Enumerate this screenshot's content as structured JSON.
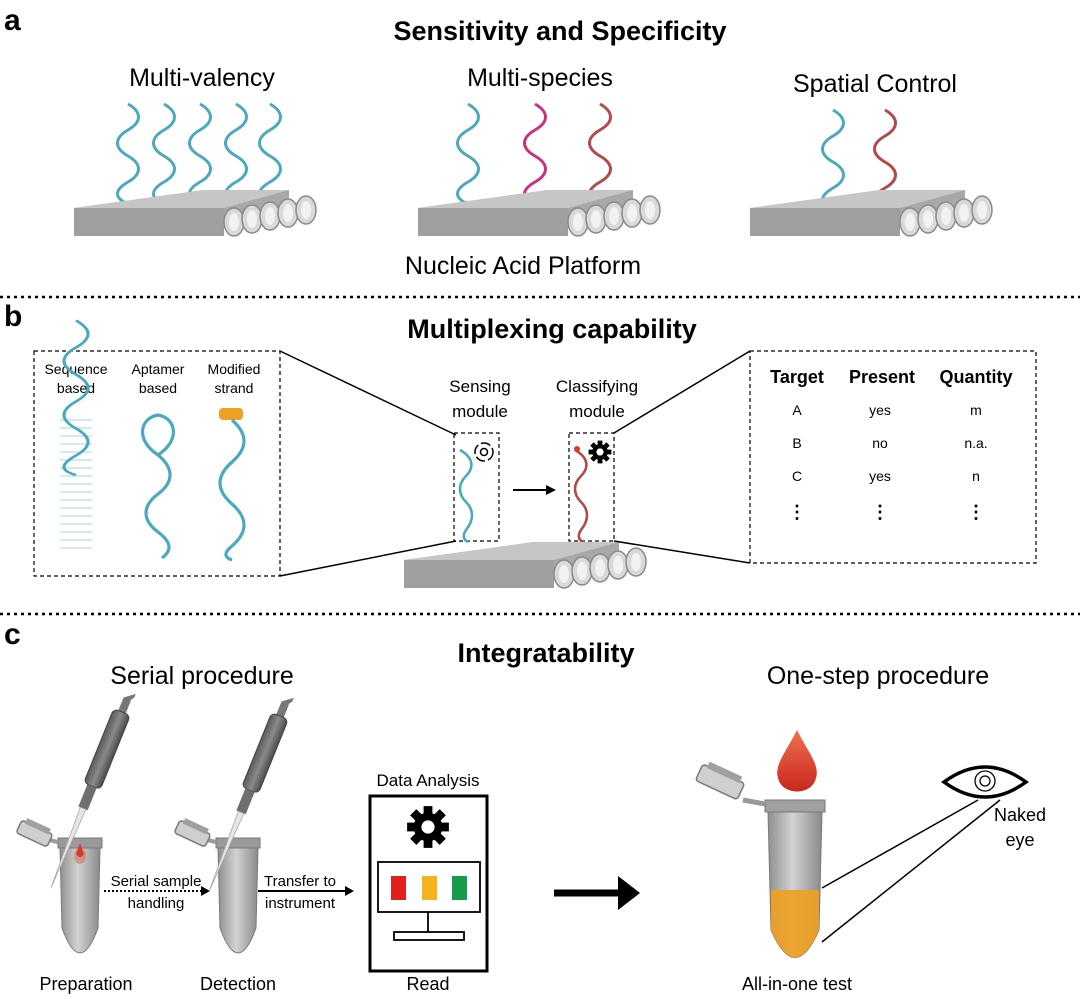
{
  "panels": {
    "a": {
      "letter": "a",
      "title": "Sensitivity and Specificity",
      "labels": [
        "Multi-valency",
        "Multi-species",
        "Spatial Control"
      ],
      "platform_label": "Nucleic Acid Platform"
    },
    "b": {
      "letter": "b",
      "title": "Multiplexing capability",
      "strand_types": [
        {
          "line1": "Sequence",
          "line2": "based"
        },
        {
          "line1": "Aptamer",
          "line2": "based"
        },
        {
          "line1": "Modified",
          "line2": "strand"
        }
      ],
      "sensing": {
        "line1": "Sensing",
        "line2": "module"
      },
      "classifying": {
        "line1": "Classifying",
        "line2": "module"
      },
      "table": {
        "headers": [
          "Target",
          "Present",
          "Quantity"
        ],
        "rows": [
          [
            "A",
            "yes",
            "m"
          ],
          [
            "B",
            "no",
            "n.a."
          ],
          [
            "C",
            "yes",
            "n"
          ]
        ],
        "ellipsis": "⋮"
      }
    },
    "c": {
      "letter": "c",
      "title": "Integratability",
      "serial_title": "Serial procedure",
      "onestep_title": "One-step procedure",
      "steps": {
        "preparation": "Preparation",
        "detection": "Detection",
        "read": "Read",
        "all_in_one": "All-in-one test"
      },
      "arrow1": {
        "line1": "Serial sample",
        "line2": "handling"
      },
      "arrow2": {
        "line1": "Transfer to",
        "line2": "instrument"
      },
      "data_analysis": "Data Analysis",
      "naked_eye": {
        "line1": "Naked",
        "line2": "eye"
      }
    }
  },
  "colors": {
    "strand_blue": "#4aa9bf",
    "strand_magenta": "#c9317f",
    "strand_red": "#b34a4a",
    "tube_gray": "#b5b5b5",
    "orange": "#f0a020",
    "blood_red": "#d63a2a",
    "status_red": "#e0201a",
    "status_yellow": "#f5b31c",
    "status_green": "#1a9a48"
  }
}
